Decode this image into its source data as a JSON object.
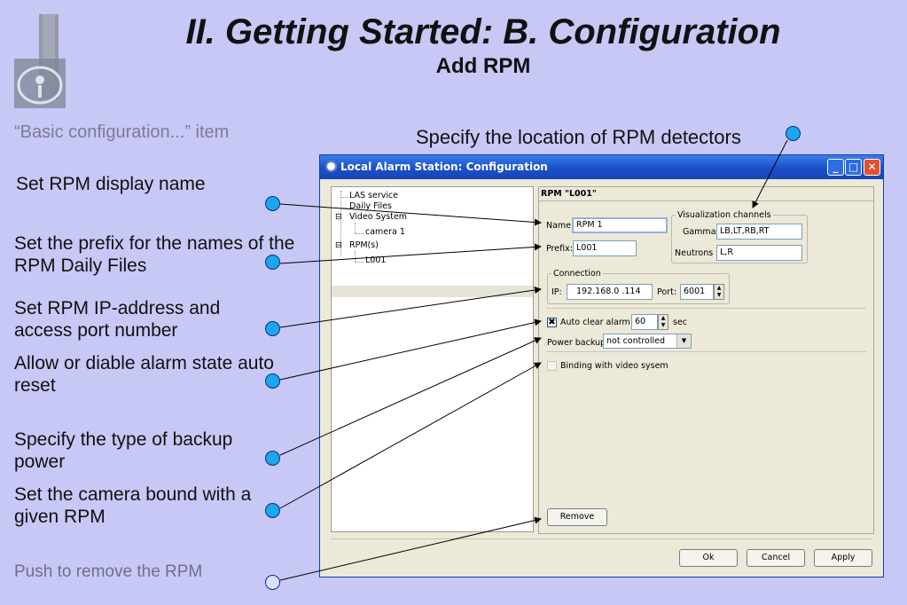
{
  "slide": {
    "title": "II. Getting Started: B. Configuration",
    "subtitle": "Add RPM",
    "basic_item": "“Basic configuration...” item",
    "location_note": "Specify the location of RPM detectors"
  },
  "annotations": {
    "display_name": "Set RPM display name",
    "prefix": "Set the prefix for the names of the RPM Daily Files",
    "ip": "Set RPM IP-address and access port number",
    "alarm": "Allow or diable alarm state auto reset",
    "backup": "Specify the type of backup power",
    "camera": "Set the camera bound with a given RPM",
    "remove": "Push to remove the RPM"
  },
  "window": {
    "title": "Local Alarm Station: Configuration",
    "buttons": {
      "minimize": "_",
      "maximize": "□",
      "close": "✕"
    }
  },
  "tree": {
    "las_service": "LAS service",
    "daily_files": "Daily Files",
    "video_system": "Video System",
    "camera1": "camera 1",
    "rpms": "RPM(s)",
    "l001": "L001",
    "expander": "⊟"
  },
  "panel": {
    "header": "RPM \"L001\"",
    "name_label": "Name:",
    "name_value": "RPM 1",
    "prefix_label": "Prefix:",
    "prefix_value": "L001",
    "vis_legend": "Visualization channels",
    "gamma_label": "Gamma",
    "gamma_value": "LB,LT,RB,RT",
    "neutrons_label": "Neutrons",
    "neutrons_value": "L,R",
    "connection_legend": "Connection",
    "ip_label": "IP:",
    "ip_value": "192.168.0 .114",
    "port_label": "Port:",
    "port_value": "6001",
    "auto_clear_label": "Auto clear alarm",
    "auto_clear_checked": true,
    "auto_clear_mark": "✖",
    "auto_clear_value": "60",
    "sec_label": "sec",
    "power_label": "Power backup",
    "power_value": "not controlled",
    "binding_label": "Binding with video sysem",
    "binding_checked": false,
    "remove_button": "Remove"
  },
  "footer": {
    "ok": "Ok",
    "cancel": "Cancel",
    "apply": "Apply"
  }
}
